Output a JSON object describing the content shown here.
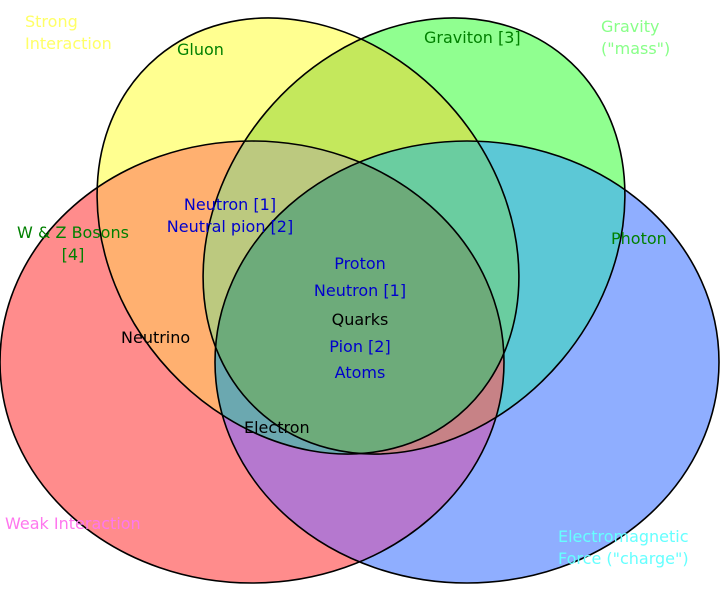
{
  "sets": {
    "strong": {
      "label_line1": "Strong",
      "label_line2": "Interaction",
      "color": "#ffff88",
      "label_color": "#ffff66"
    },
    "gravity": {
      "label_line1": "Gravity",
      "label_line2": "(\"mass\")",
      "color": "#88ff88",
      "label_color": "#88ff88"
    },
    "weak": {
      "label": "Weak Interaction",
      "color": "#ff8080",
      "label_color": "#ff77ee"
    },
    "em": {
      "label_line1": "Electromagnetic",
      "label_line2": "Force (\"charge\")",
      "color": "#8faeff",
      "label_color": "#66ffff"
    }
  },
  "colors": {
    "green_text": "#008000",
    "blue_text": "#0000cc",
    "black_text": "#000000",
    "outline": "#000000"
  },
  "items": {
    "gluon": "Gluon",
    "graviton": "Graviton [3]",
    "wz_line1": "W & Z Bosons",
    "wz_line2": "[4]",
    "photon": "Photon",
    "neutron1": "Neutron [1]",
    "neutral_pion": "Neutral pion [2]",
    "neutrino": "Neutrino",
    "electron": "Electron",
    "proton": "Proton",
    "neutron_center": "Neutron [1]",
    "quarks": "Quarks",
    "pion": "Pion [2]",
    "atoms": "Atoms"
  }
}
